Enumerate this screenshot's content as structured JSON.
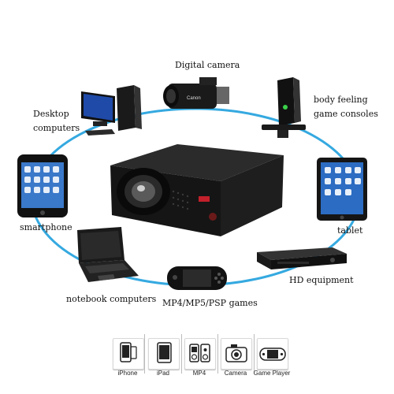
{
  "devices": {
    "digital_camera": "Digital camera",
    "desktop": "Desktop\ncomputers",
    "game_consoles": "body feeling\ngame consoles",
    "smartphone": "smartphone",
    "tablet": "tablet",
    "notebook": "notebook computers",
    "psp": "MP4/MP5/PSP games",
    "hd_equipment": "HD equipment"
  },
  "footer_icons": {
    "iphone": "iPhone",
    "ipad": "iPad",
    "mp4": "MP4",
    "camera": "Camera",
    "game_player": "Game Player"
  },
  "colors": {
    "ring": "#35a9e0",
    "projector_body": "#1c1c1c",
    "background": "#ffffff"
  }
}
